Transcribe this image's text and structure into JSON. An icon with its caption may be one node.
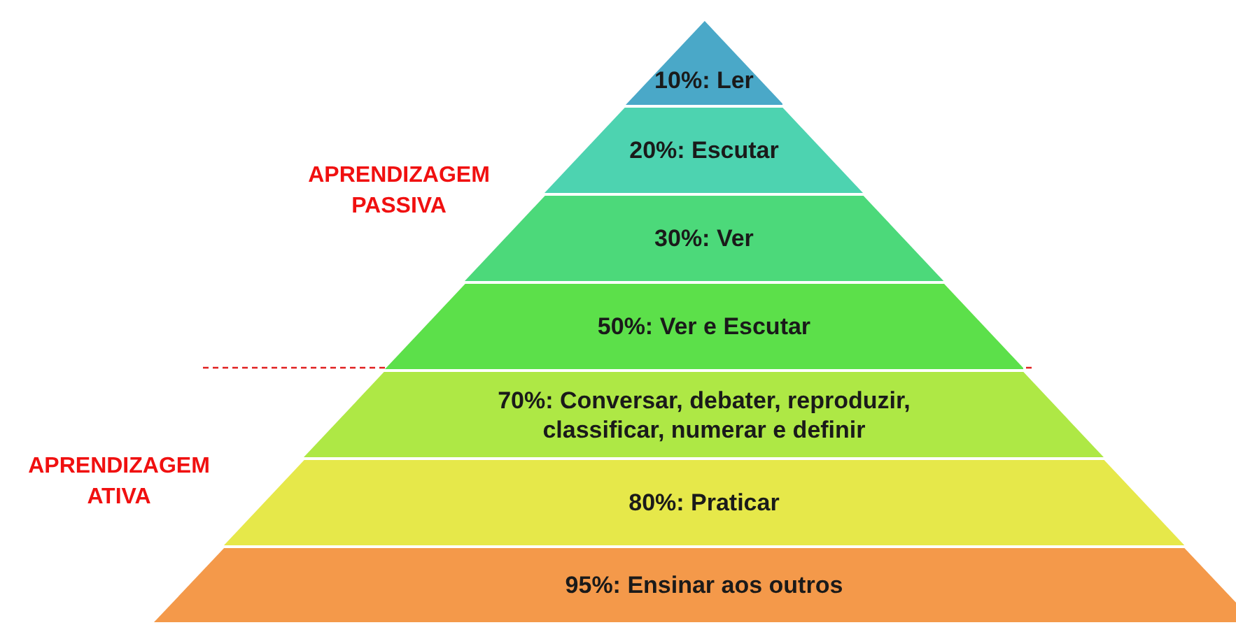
{
  "diagram": {
    "nodes": [
      {
        "text": [
          "10%: Ler"
        ]
      },
      {
        "text": [
          "20%: Escutar"
        ]
      },
      {
        "text": [
          "30%: Ver"
        ]
      },
      {
        "text": [
          "50%: Ver e Escutar"
        ]
      },
      {
        "text": [
          "70%: Conversar, debater, reproduzir, classificar, numerar e definir"
        ]
      },
      {
        "text": [
          "80%: Praticar"
        ]
      },
      {
        "text": [
          "95%: Ensinar aos outros"
        ]
      }
    ],
    "labels": [
      "APRENDIZAGEM PASSIVA",
      "APRENDIZAGEM ATIVA"
    ]
  }
}
